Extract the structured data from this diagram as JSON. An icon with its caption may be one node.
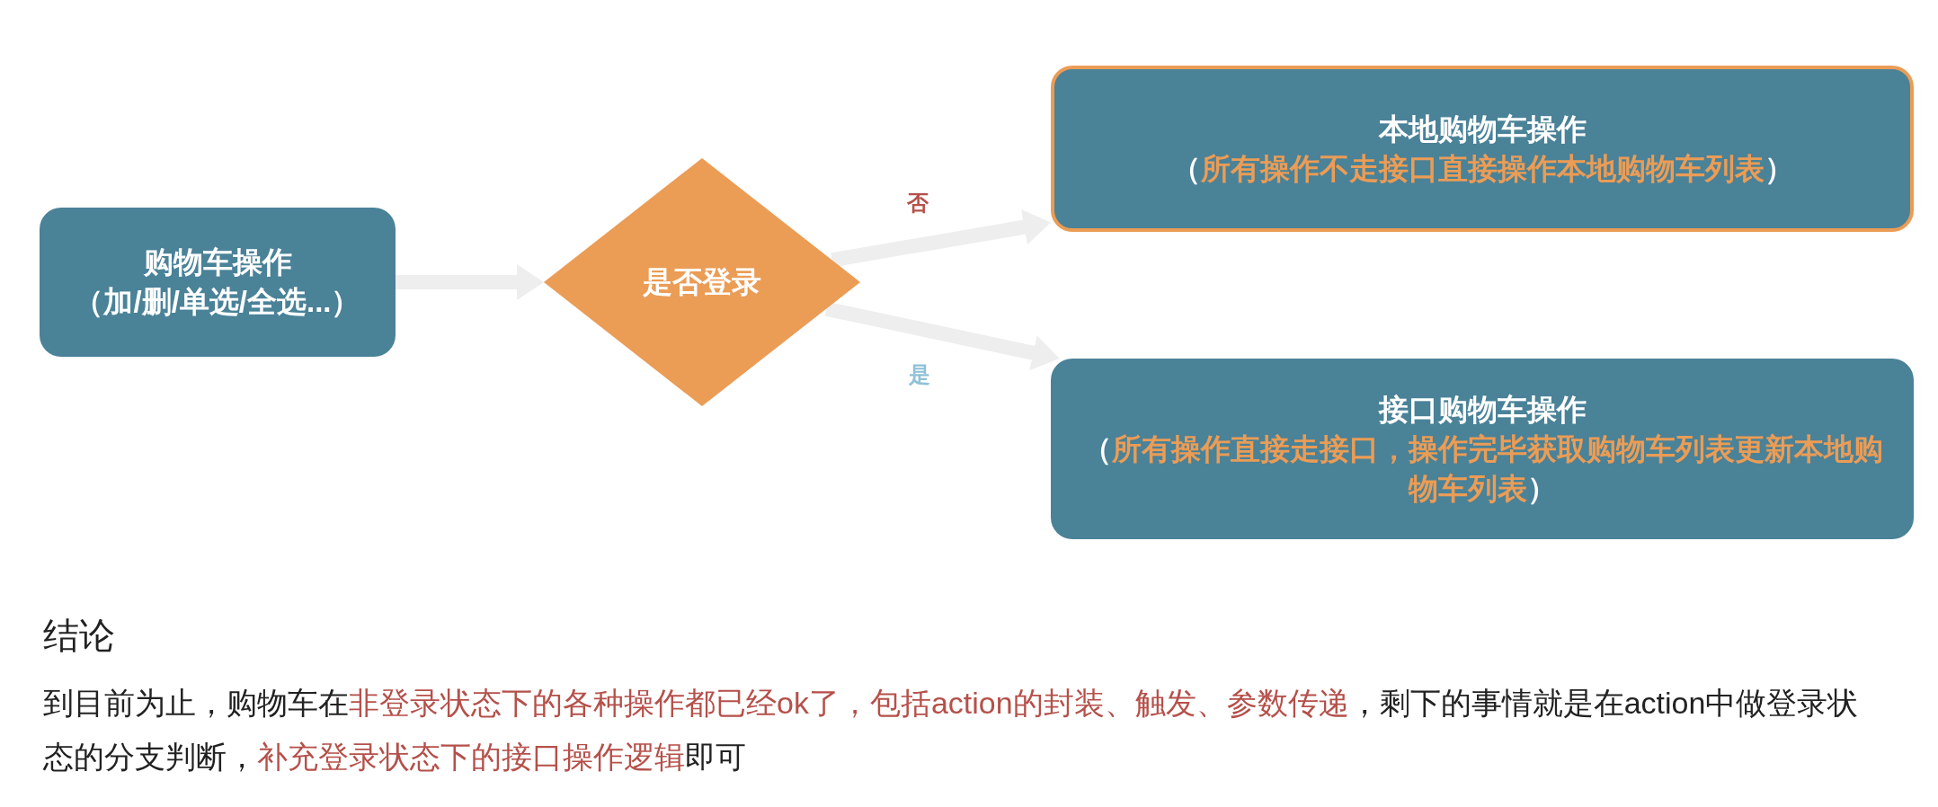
{
  "diagram": {
    "nodes": [
      {
        "text": [
          "购物车操作",
          "（加/删/单选/全选...）"
        ]
      },
      {
        "text": [
          "是否登录"
        ]
      },
      {
        "text": [
          "本地购物车操作",
          "（**所有操作不走接口直接操作本地购物车列表**）"
        ]
      },
      {
        "text": [
          "接口购物车操作",
          "（**所有操作直接走接口，操作完毕获取购物车列表更新本地购物车列表**）"
        ]
      }
    ],
    "edges": [
      {
        "from": 0,
        "to": 1,
        "arrow": "to"
      },
      {
        "from": 1,
        "to": 2,
        "arrow": "to",
        "label": "否"
      },
      {
        "from": 1,
        "to": 3,
        "arrow": "to",
        "label": "是"
      }
    ],
    "labels": [
      "结论",
      "到目前为止，购物车在**非登录状态下的各种操作都已经ok了，包括action的封装、触发、参数传递**，剩下的事情就是在action中做登录状态的分支判断，**补充登录状态下的接口操作逻辑**即可"
    ]
  }
}
